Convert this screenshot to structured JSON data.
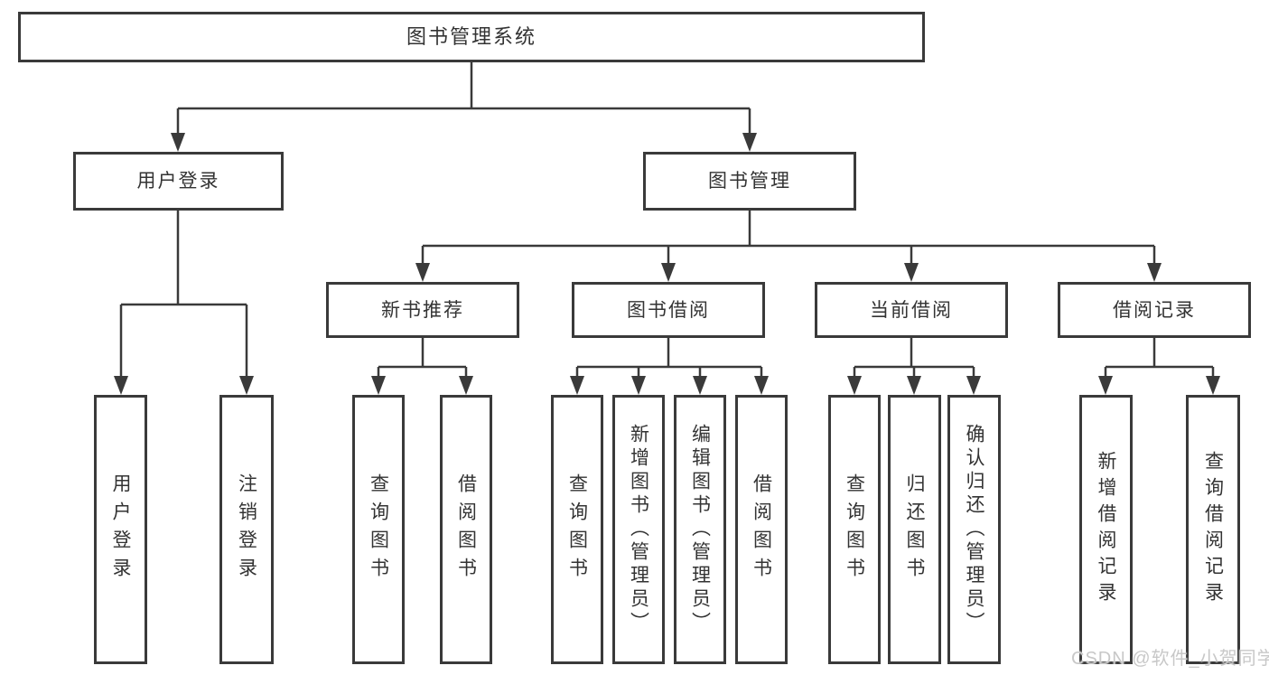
{
  "tree": {
    "label": "图书管理系统",
    "children": [
      {
        "label": "用户登录",
        "children": [
          {
            "label": "用户登录"
          },
          {
            "label": "注销登录"
          }
        ]
      },
      {
        "label": "图书管理",
        "children": [
          {
            "label": "新书推荐",
            "children": [
              {
                "label": "查询图书"
              },
              {
                "label": "借阅图书"
              }
            ]
          },
          {
            "label": "图书借阅",
            "children": [
              {
                "label": "查询图书"
              },
              {
                "label": "新增图书（管理员）"
              },
              {
                "label": "编辑图书（管理员）"
              },
              {
                "label": "借阅图书"
              }
            ]
          },
          {
            "label": "当前借阅",
            "children": [
              {
                "label": "查询图书"
              },
              {
                "label": "归还图书"
              },
              {
                "label": "确认归还（管理员）"
              }
            ]
          },
          {
            "label": "借阅记录",
            "children": [
              {
                "label": "新增借阅记录"
              },
              {
                "label": "查询借阅记录"
              }
            ]
          }
        ]
      }
    ]
  },
  "watermark": "CSDN @软件_小贺同学",
  "colors": {
    "line": "#3a3a3a",
    "text": "#333333",
    "watermark": "#c8c8c8",
    "background": "#ffffff"
  }
}
